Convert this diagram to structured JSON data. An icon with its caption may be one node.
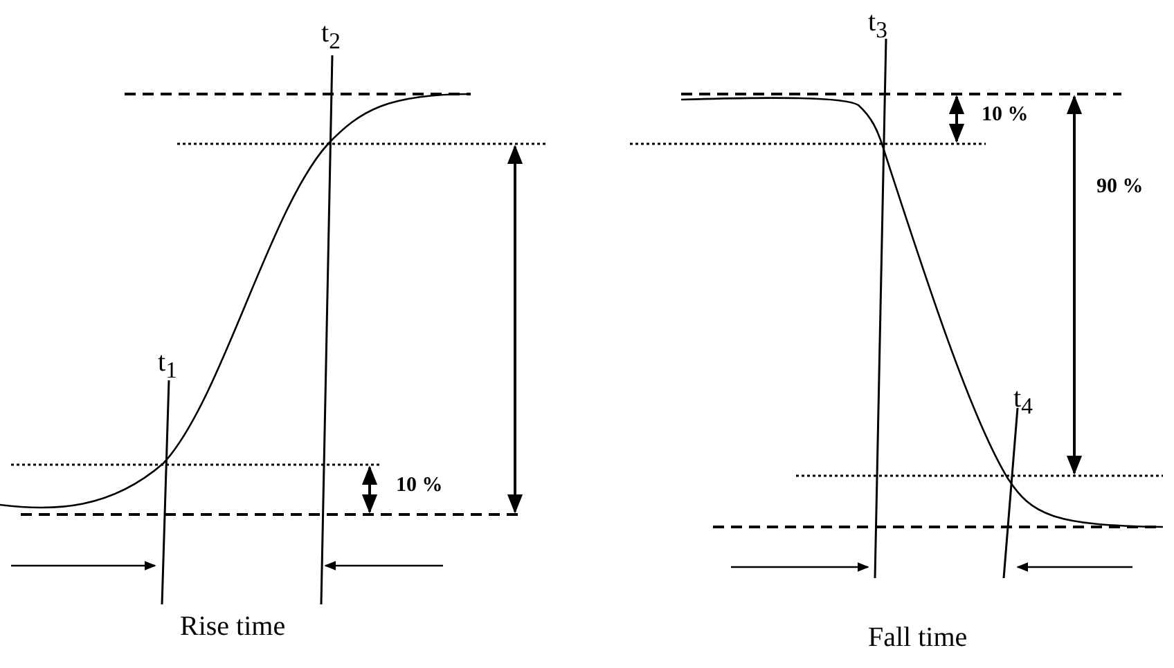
{
  "diagram": {
    "labels": [
      "t$_{2}$",
      "t$_{3}$",
      "10 %",
      "90 %",
      "t$_{1}$",
      "t$_{4}$",
      "10 %",
      "Rise time",
      "Fall time"
    ]
  }
}
